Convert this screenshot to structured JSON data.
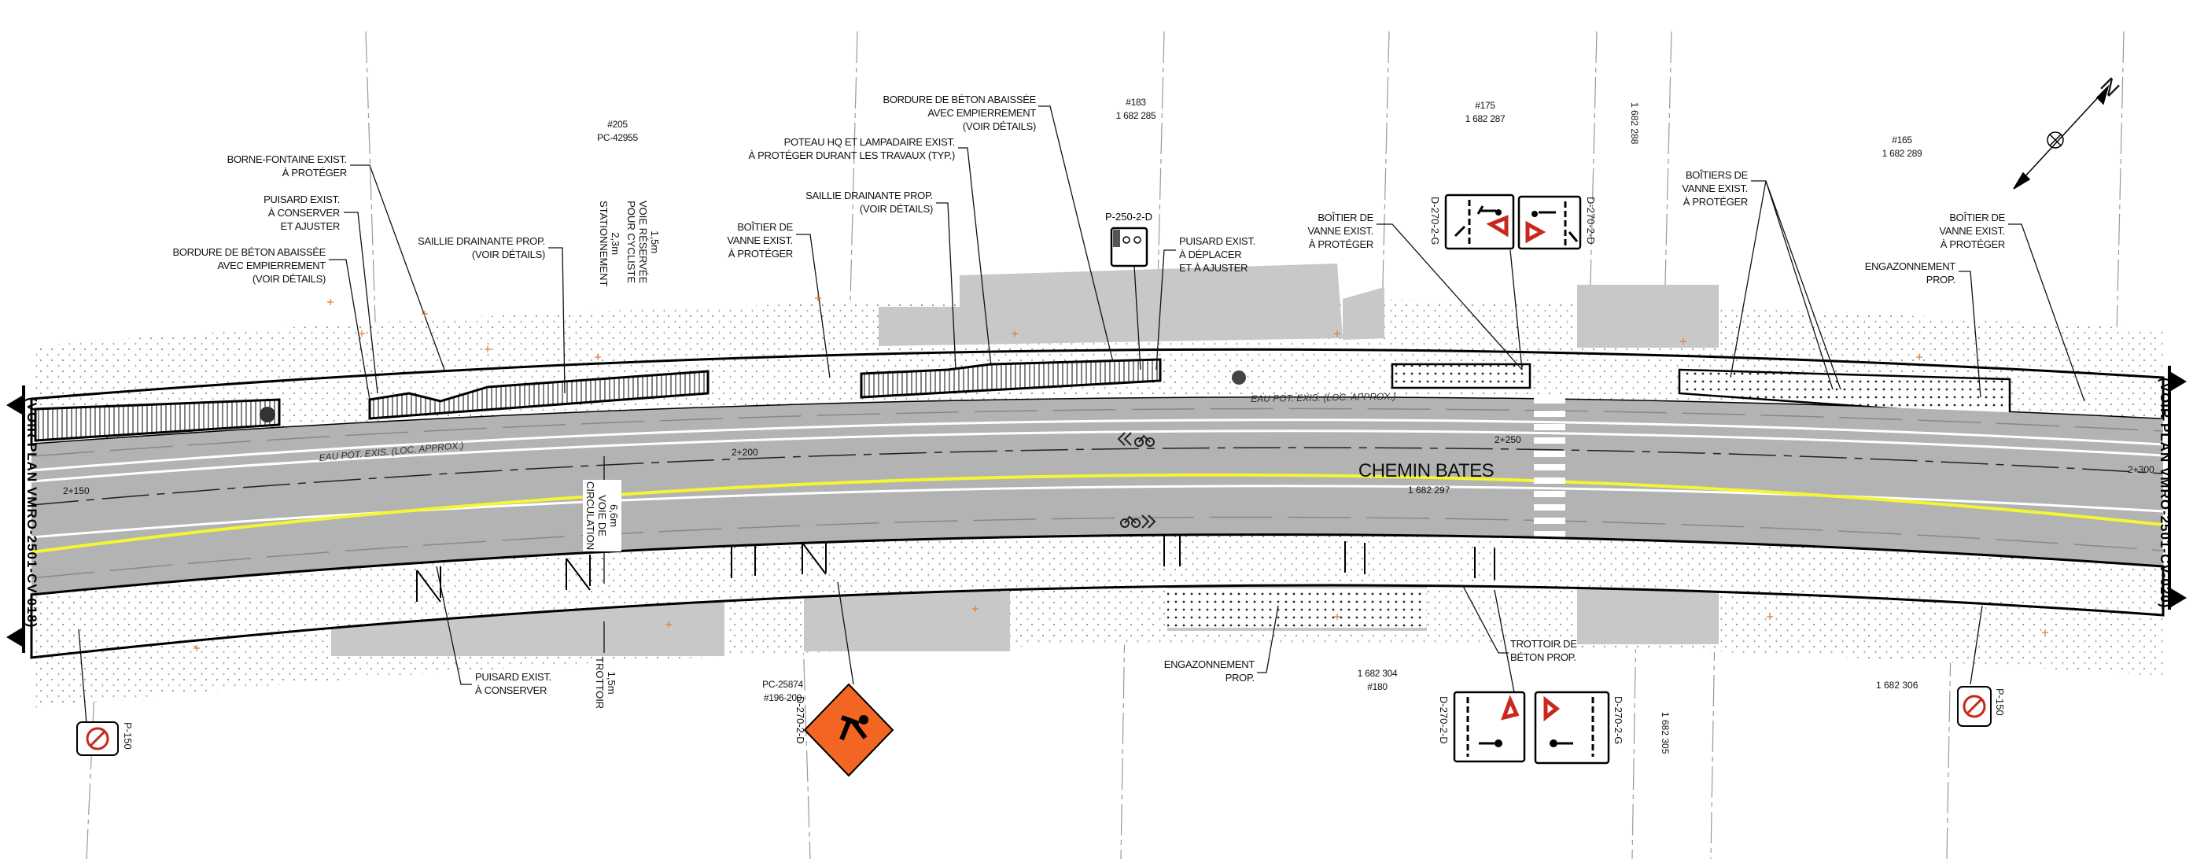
{
  "street": {
    "name": "CHEMIN BATES",
    "lot": "1 682 297"
  },
  "edge_refs": {
    "left": "(VOIR PLAN VMRO-2501-CV-018)",
    "right": "(VOIR PLAN VMRO-2501-CV-020)"
  },
  "chainages": [
    "2+150",
    "2+200",
    "2+250",
    "2+300"
  ],
  "water_main": [
    "EAU POT. EXIS. (LOC. APPROX.)",
    "EAU POT. EXIS. (LOC. APPROX.)"
  ],
  "lots": {
    "l205": "#205\nPC-42955",
    "l183": "#183\n1 682 285",
    "l175": "#175\n1 682 287",
    "l288": "1 682 288",
    "l165": "#165\n1 682 289",
    "l196": "PC-25874\n#196-200",
    "l180": "1 682 304\n#180",
    "l305": "1 682 305",
    "l306": "1 682 306"
  },
  "callouts": {
    "borne_fontaine": "BORNE-FONTAINE EXIST.\nÀ PROTÉGER",
    "puisard_conserver_ajuster": "PUISARD EXIST.\nÀ CONSERVER\nET AJUSTER",
    "bordure_1": "BORDURE DE BÉTON ABAISSÉE\nAVEC EMPIERREMENT\n(VOIR DÉTAILS)",
    "saillie_1": "SAILLIE DRAINANTE PROP.\n(VOIR DÉTAILS)",
    "boitier_1": "BOÎTIER DE\nVANNE EXIST.\nÀ PROTÉGER",
    "saillie_2": "SAILLIE DRAINANTE PROP.\n(VOIR DÉTAILS)",
    "poteau_hq": "POTEAU HQ ET LAMPADAIRE EXIST.\nÀ PROTÉGER DURANT LES TRAVAUX (TYP.)",
    "bordure_2": "BORDURE DE BÉTON ABAISSÉE\nAVEC EMPIERREMENT\n(VOIR DÉTAILS)",
    "puisard_deplacer": "PUISARD EXIST.\nÀ DÉPLACER\nET À AJUSTER",
    "boitier_2": "BOÎTIER DE\nVANNE EXIST.\nÀ PROTÉGER",
    "boitiers_3": "BOÎTIERS DE\nVANNE EXIST.\nÀ PROTÉGER",
    "boitier_4": "BOÎTIER DE\nVANNE EXIST.\nÀ PROTÉGER",
    "engazonnement_1": "ENGAZONNEMENT\nPROP.",
    "puisard_conserver": "PUISARD EXIST.\nÀ CONSERVER",
    "engazonnement_2": "ENGAZONNEMENT\nPROP.",
    "trottoir_beton": "TROTTOIR DE\nBÉTON PROP."
  },
  "dimensions": {
    "stationnement": "2,3m\nSTATIONNEMENT",
    "cycliste": "1,5m\nVOIE RÉSERVÉE\nPOUR CYCLISTE",
    "circulation": "6,6m\nVOIE DE\nCIRCULATION",
    "trottoir": "1,5m\nTROTTOIR"
  },
  "signs": {
    "p250": "P-250-2-D",
    "top_g": "D-270-2-G",
    "top_d": "D-270-2-D",
    "work": "D-270-2-D",
    "bot_d": "D-270-2-D",
    "bot_g": "D-270-2-G",
    "p150_left": "P-150",
    "p150_right": "P-150"
  },
  "north_label": "N",
  "colors": {
    "road": "#b3b3b3",
    "building": "#c8c8c8",
    "yellow": "#f5f532",
    "survey": "#e8782a",
    "work_sign": "#f26522",
    "sign_red": "#c8281e"
  }
}
